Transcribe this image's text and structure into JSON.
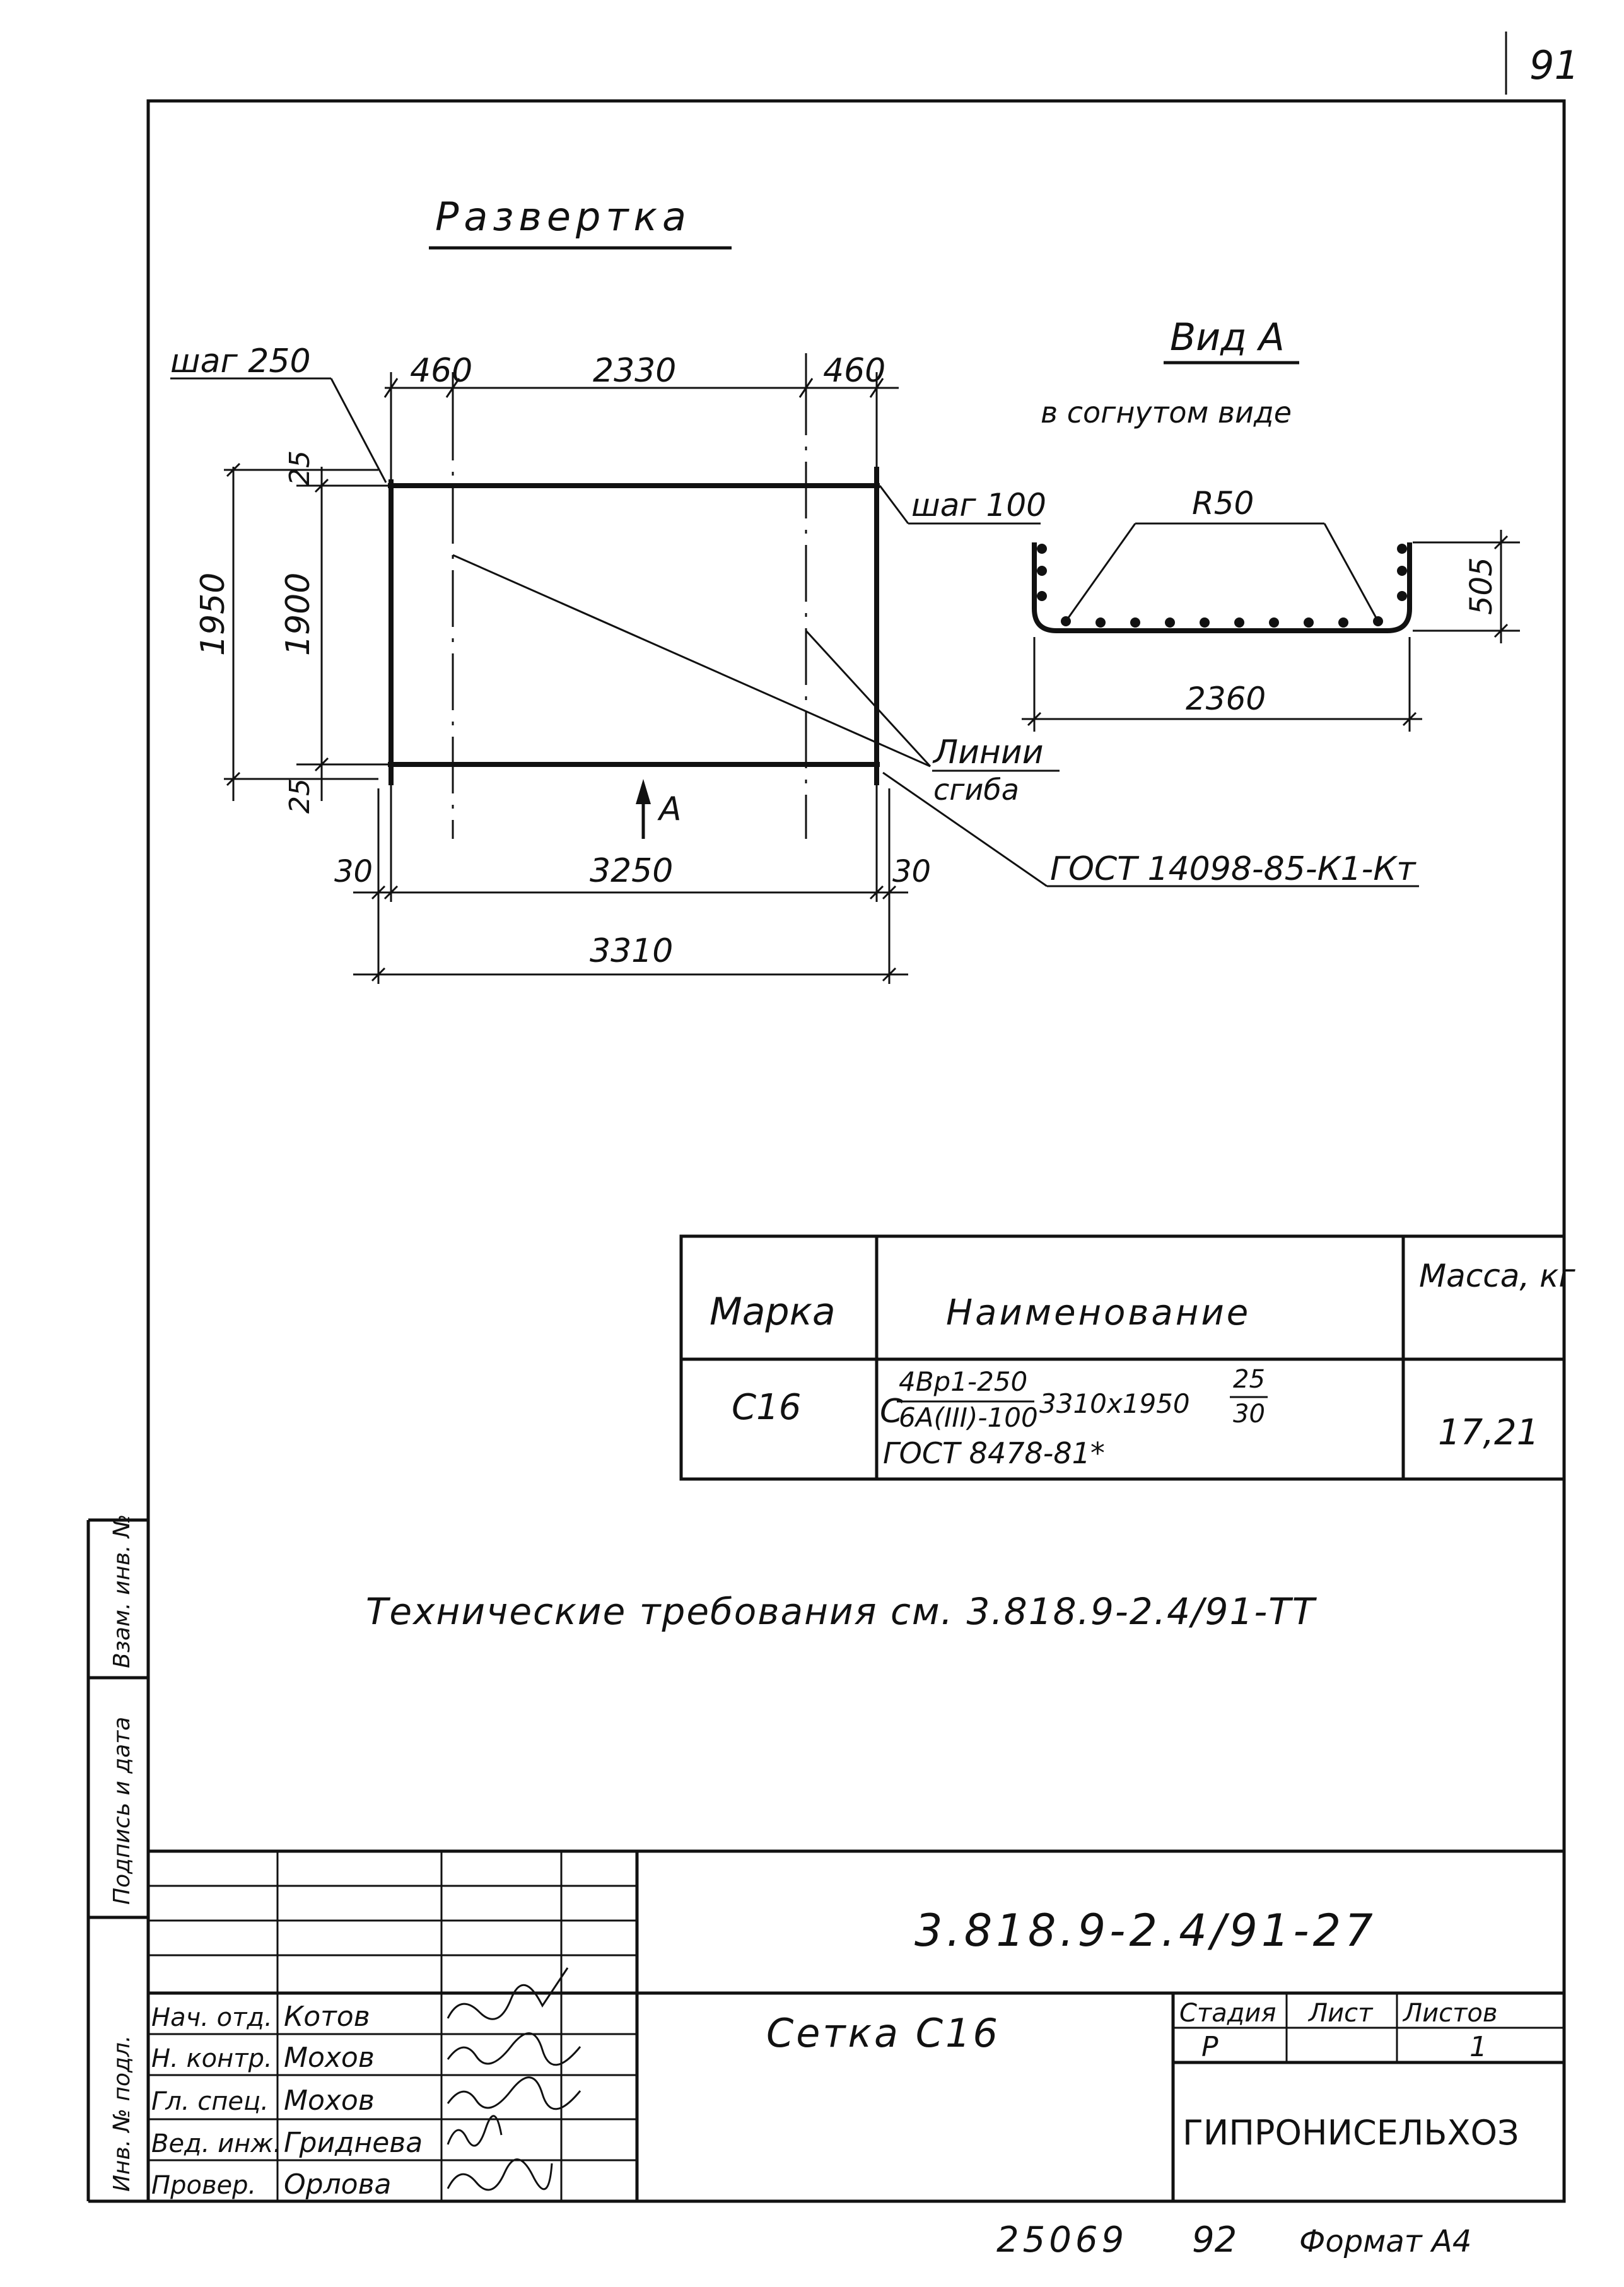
{
  "page_number": "91",
  "drawing": {
    "title": "Развертка",
    "step_top": "шаг 250",
    "step_right": "шаг 100",
    "dim_top": [
      "460",
      "2330",
      "460"
    ],
    "dim_left_outer": "1950",
    "dim_left_inner": "1900",
    "dim_left_top": "25",
    "dim_left_bottom": "25",
    "dim_bottom_inner": "3250",
    "dim_bottom_left": "30",
    "dim_bottom_right": "30",
    "dim_bottom_outer": "3310",
    "view_arrow": "А",
    "bend_lines_1": "Линии",
    "bend_lines_2": "сгиба",
    "gost_weld": "ГОСТ 14098-85-К1-Кт"
  },
  "view_a": {
    "title": "Вид А",
    "subtitle": "в согнутом виде",
    "radius": "R50",
    "height": "505",
    "width": "2360"
  },
  "spec_table": {
    "headers": [
      "Марка",
      "Наименование",
      "Масса, кг"
    ],
    "row": {
      "mark": "С16",
      "prefix": "С",
      "num_top": "4Вр1-250",
      "num_bottom": "6А(III)-100",
      "size": "3310х1950",
      "frac_top": "25",
      "frac_bottom": "30",
      "gost": "ГОСТ 8478-81*",
      "mass": "17,21"
    }
  },
  "tech_req": "Технические требования см. 3.818.9-2.4/91-ТТ",
  "side_stamp": [
    "Инв. № подл.",
    "Подпись и дата",
    "Взам. инв. №"
  ],
  "title_block": {
    "code": "3.818.9-2.4/91-27",
    "name": "Сетка С16",
    "roles": [
      "Нач. отд.",
      "Н. контр.",
      "Гл. спец.",
      "Вед. инж.",
      "Провер."
    ],
    "names": [
      "Котов",
      "Мохов",
      "Мохов",
      "Гриднева",
      "Орлова"
    ],
    "stage_label": "Стадия",
    "sheet_label": "Лист",
    "sheets_label": "Листов",
    "stage": "Р",
    "sheets": "1",
    "org": "ГИПРОНИСЕЛЬХОЗ"
  },
  "footer": {
    "inv": "25069",
    "num": "92",
    "format": "Формат А4"
  }
}
